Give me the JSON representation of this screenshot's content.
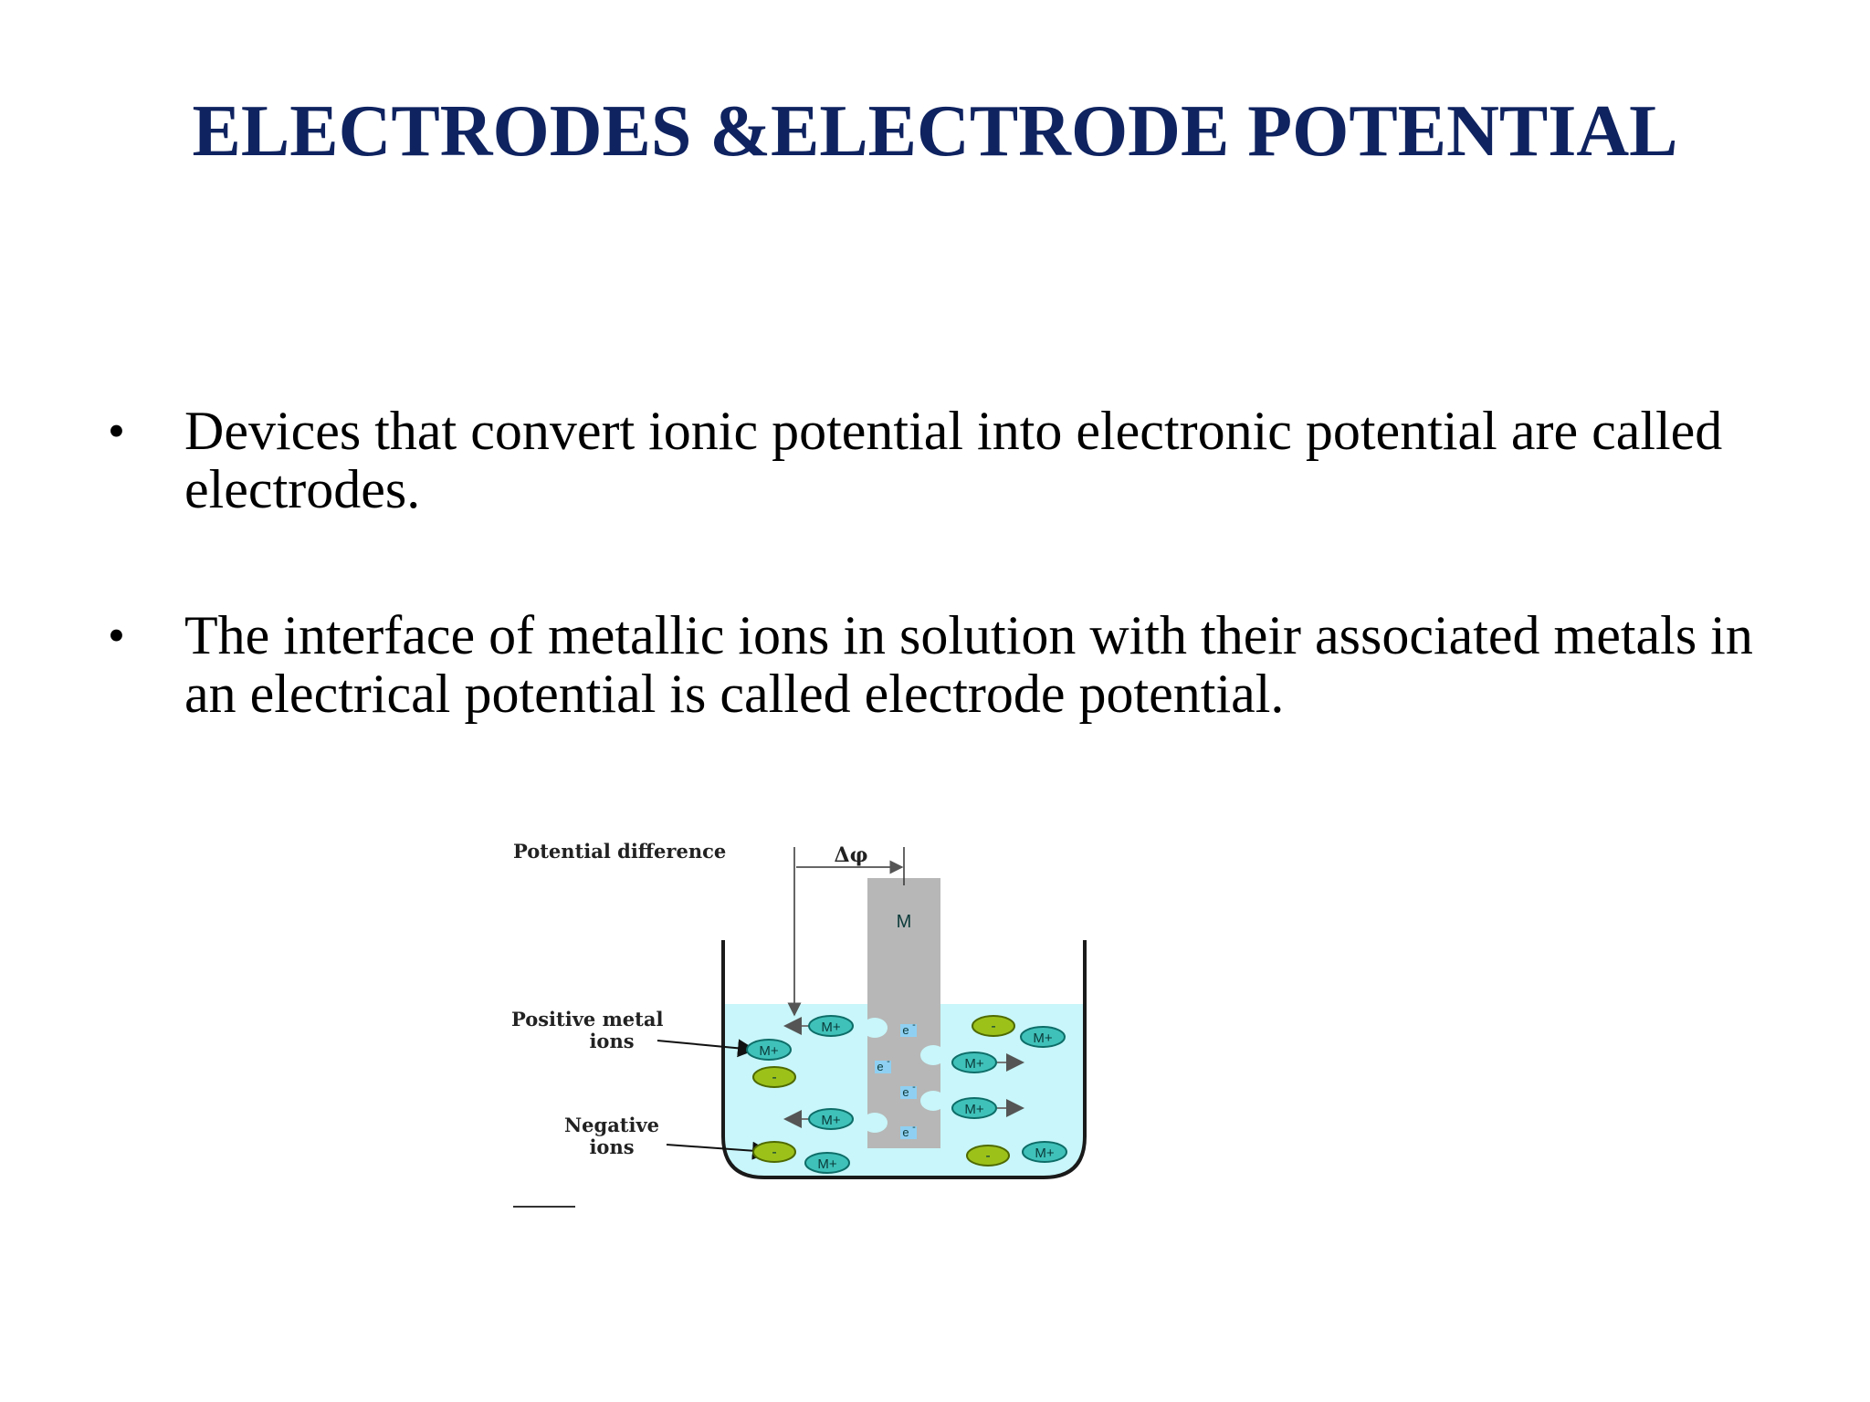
{
  "slide": {
    "title": "ELECTRODES &ELECTRODE POTENTIAL",
    "bullets": [
      {
        "marker": "•",
        "text": "Devices that convert ionic potential into electronic potential are called electrodes."
      },
      {
        "marker": "•",
        "text": "The interface of metallic ions in solution with their associated metals in an electrical potential is called electrode potential."
      }
    ]
  },
  "diagram": {
    "potential_difference_label": "Potential difference",
    "delta_phi_label": "Δφ",
    "metal_label": "M",
    "positive_ions_label_line1": "Positive metal",
    "positive_ions_label_line2": "ions",
    "negative_ions_label_line1": "Negative",
    "negative_ions_label_line2": "ions",
    "positive_ion_symbol": "M+",
    "negative_ion_symbol": "-",
    "electron_symbol": "e",
    "electron_charge": "-",
    "colors": {
      "title": "#0f2360",
      "solution": "#c8f6fa",
      "electrode": "#b7b7b7",
      "positive_ion": "#3fc1b9",
      "negative_ion": "#9cc21a",
      "electron": "#3a6fc4"
    }
  }
}
